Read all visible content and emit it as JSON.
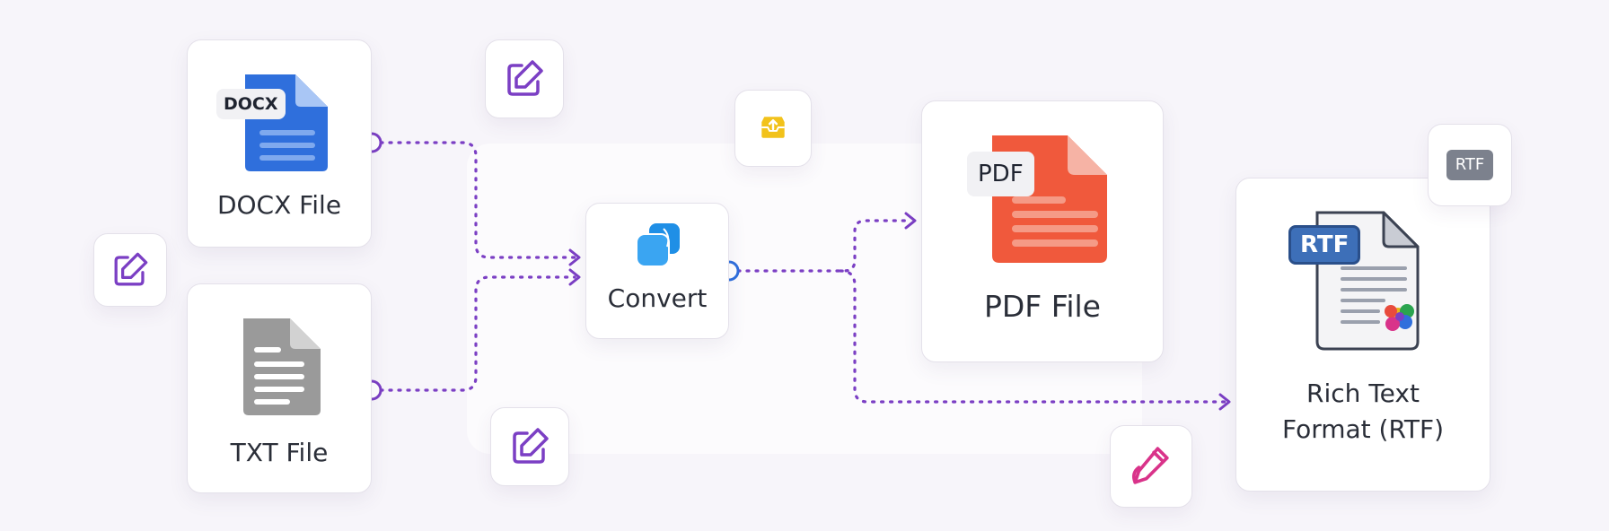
{
  "nodes": {
    "docx": {
      "label": "DOCX File",
      "tag": "DOCX"
    },
    "txt": {
      "label": "TXT File"
    },
    "convert": {
      "label": "Convert"
    },
    "pdf": {
      "label": "PDF File",
      "tag": "PDF"
    },
    "rtf": {
      "label_line1": "Rich Text",
      "label_line2": "Format (RTF)",
      "tag": "RTF",
      "badge": "RTF"
    }
  },
  "icons": {
    "edit_top": "edit-icon",
    "edit_left": "edit-icon",
    "edit_bottom": "edit-icon",
    "inbox": "inbox-upload-icon",
    "pen": "pen-icon",
    "convert": "copy-icon"
  },
  "colors": {
    "connector": "#7b3fc4",
    "docx_blue": "#2f6fdc",
    "txt_gray": "#9a9a9a",
    "pdf_red": "#f0593c",
    "convert_blue": "#1f8fe6",
    "inbox_yellow": "#f2c21b",
    "pen_pink": "#d9338a",
    "edit_purple": "#7b3fc4"
  }
}
